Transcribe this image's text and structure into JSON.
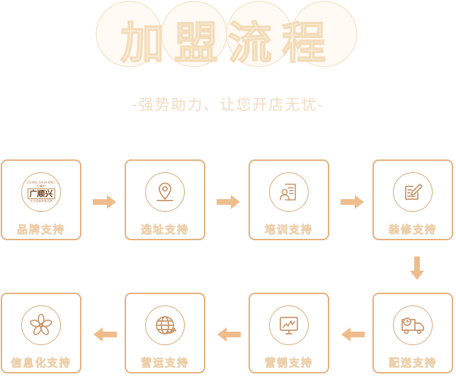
{
  "title": "加盟流程",
  "subtitle": "-强势助力、让您开店无忧-",
  "colors": {
    "accent": "#e5b17e",
    "arrow": "#efbc8b",
    "icon": "#c8956a"
  },
  "steps": [
    {
      "label": "品牌支持",
      "icon": "brand-logo-icon"
    },
    {
      "label": "选址支持",
      "icon": "location-pin-icon"
    },
    {
      "label": "培训支持",
      "icon": "training-document-icon"
    },
    {
      "label": "装修支持",
      "icon": "edit-document-icon"
    },
    {
      "label": "配送支持",
      "icon": "delivery-truck-icon"
    },
    {
      "label": "营销支持",
      "icon": "marketing-chart-icon"
    },
    {
      "label": "营运支持",
      "icon": "globe-operation-icon"
    },
    {
      "label": "信息化支持",
      "icon": "flower-network-icon"
    }
  ],
  "logo": {
    "top": "GUANG SHUN XING",
    "mid": "·广顺兴·",
    "name": "广顺兴",
    "bottom": "专注卤味熟食品牌"
  }
}
